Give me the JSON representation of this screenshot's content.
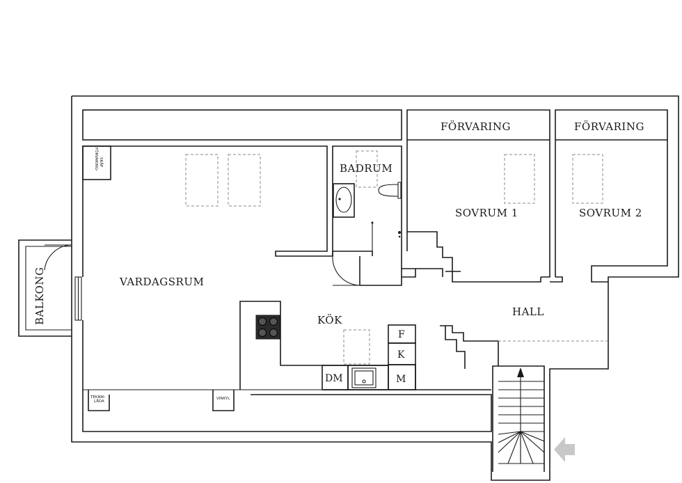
{
  "rooms": {
    "forvaring_1": "FÖRVARING",
    "forvaring_2": "FÖRVARING",
    "badrum": "BADRUM",
    "sovrum_1": "SOVRUM 1",
    "sovrum_2": "SOVRUM 2",
    "vardagsrum": "VARDAGSRUM",
    "balkong": "BALKONG",
    "kok": "KÖK",
    "hall": "HALL"
  },
  "fixtures": {
    "forvaringsskap_1": "FÖRVARING-",
    "forvaringsskap_2": "SKÅP",
    "teknik_1": "TEKNIK-",
    "teknik_2": "LÅDA",
    "vinkyl": "VINKYL",
    "dm": "DM",
    "f": "F",
    "k": "K",
    "m": "M"
  },
  "colors": {
    "wall": "#1a1a1a",
    "dashed": "#8a8a8a",
    "entrance_arrow": "#c8c8c8",
    "stove": "#2b2b2b"
  }
}
